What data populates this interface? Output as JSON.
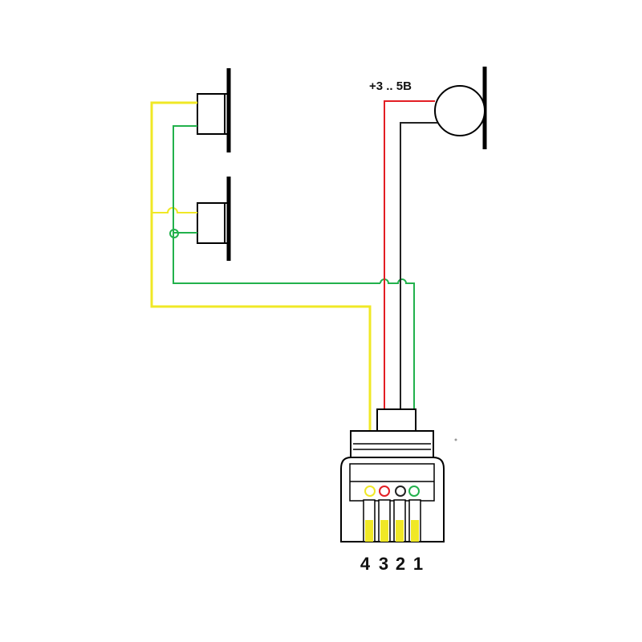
{
  "supply_label": "+3 .. 5В",
  "pin_numbers": [
    "4",
    "3",
    "2",
    "1"
  ],
  "wire_colors": {
    "yellow": "#f0e826",
    "green": "#22b14c",
    "red": "#e31e24",
    "black": "#222222"
  }
}
